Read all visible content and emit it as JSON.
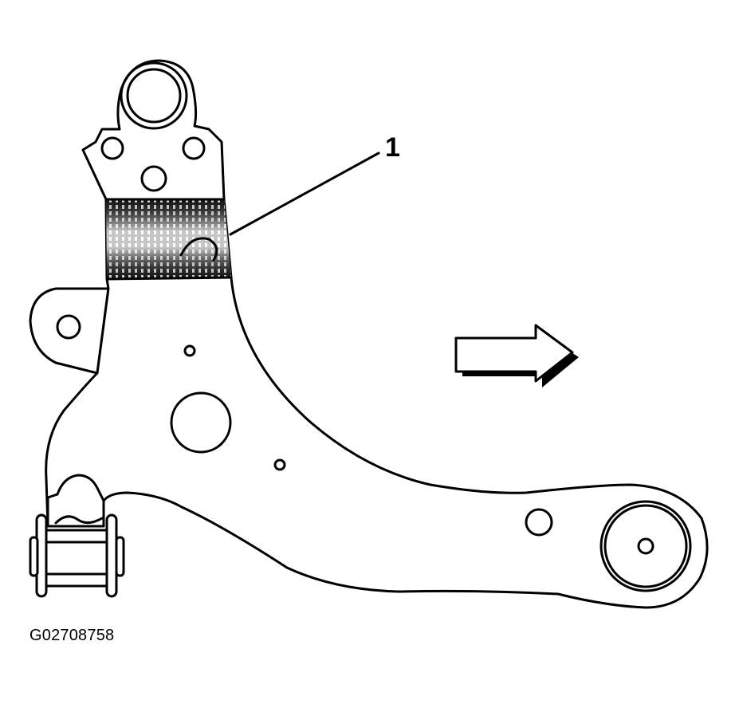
{
  "diagram": {
    "callout_number": "1",
    "figure_id": "G02708758",
    "highlighted_region": "shaded-band",
    "direction_indicator": "arrow-right-icon",
    "colors": {
      "line": "#000000",
      "background": "#ffffff",
      "highlight_dark": "#1a1a1a",
      "highlight_light": "#e8e8e8"
    }
  }
}
